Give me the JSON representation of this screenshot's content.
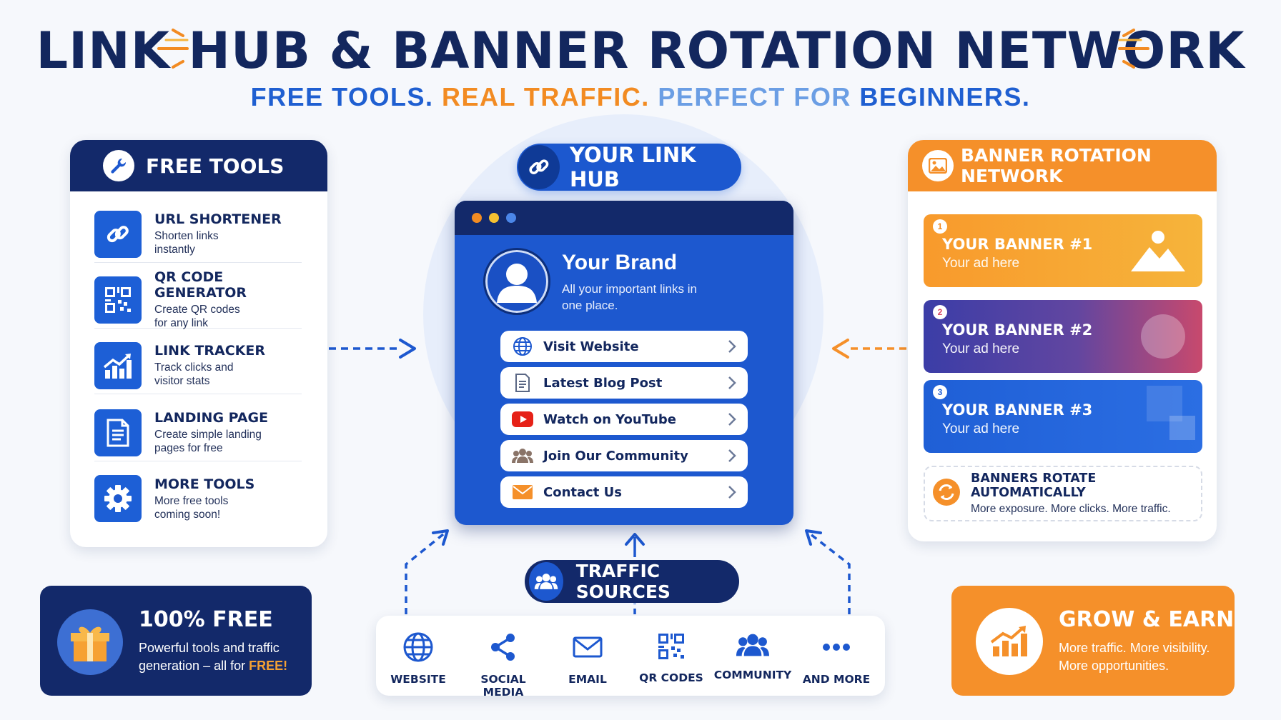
{
  "header": {
    "title": "LINK HUB & BANNER ROTATION NETWORK",
    "subtitle": {
      "part1": "FREE TOOLS.",
      "part2": "REAL TRAFFIC.",
      "part3": "PERFECT FOR",
      "part4": "BEGINNERS."
    }
  },
  "free_tools": {
    "heading": "FREE TOOLS",
    "heading_icon": "wrench-icon",
    "items": [
      {
        "title": "URL SHORTENER",
        "desc": "Shorten links instantly",
        "icon": "link-icon"
      },
      {
        "title": "QR CODE GENERATOR",
        "desc": "Create QR codes for any link",
        "icon": "qr-code-icon"
      },
      {
        "title": "LINK TRACKER",
        "desc": "Track clicks and visitor stats",
        "icon": "chart-icon"
      },
      {
        "title": "LANDING PAGE",
        "desc": "Create simple landing pages for free",
        "icon": "document-icon"
      },
      {
        "title": "MORE TOOLS",
        "desc": "More free tools coming soon!",
        "icon": "gear-icon"
      }
    ]
  },
  "link_hub": {
    "label": "YOUR LINK HUB",
    "brand_name": "Your Brand",
    "brand_desc": "All your important links in one place.",
    "links": [
      {
        "label": "Visit Website",
        "icon": "globe-icon"
      },
      {
        "label": "Latest Blog Post",
        "icon": "document-icon"
      },
      {
        "label": "Watch on YouTube",
        "icon": "youtube-icon"
      },
      {
        "label": "Join Our Community",
        "icon": "community-icon"
      },
      {
        "label": "Contact Us",
        "icon": "mail-icon"
      }
    ],
    "window_dot_colors": [
      "#f28b22",
      "#f6c131",
      "#4b86e8"
    ]
  },
  "banner_network": {
    "heading": "BANNER ROTATION NETWORK",
    "heading_icon": "image-icon",
    "banners": [
      {
        "num": "1",
        "title": "YOUR BANNER #1",
        "sub": "Your ad here"
      },
      {
        "num": "2",
        "title": "YOUR BANNER #2",
        "sub": "Your ad here"
      },
      {
        "num": "3",
        "title": "YOUR BANNER #3",
        "sub": "Your ad here"
      }
    ],
    "rotate_title": "BANNERS ROTATE AUTOMATICALLY",
    "rotate_sub": "More exposure. More clicks. More traffic."
  },
  "traffic": {
    "label": "TRAFFIC SOURCES",
    "sources": [
      {
        "label": "WEBSITE",
        "icon": "globe-icon"
      },
      {
        "label": "SOCIAL MEDIA",
        "icon": "share-icon"
      },
      {
        "label": "EMAIL",
        "icon": "mail-icon"
      },
      {
        "label": "QR CODES",
        "icon": "qr-code-icon"
      },
      {
        "label": "COMMUNITY",
        "icon": "community-icon"
      },
      {
        "label": "AND MORE",
        "icon": "more-icon"
      }
    ]
  },
  "free_callout": {
    "title": "100% FREE",
    "desc": "Powerful tools and traffic generation – all for",
    "highlight": "FREE!"
  },
  "grow_callout": {
    "title": "GROW & EARN",
    "desc": "More traffic. More visibility. More opportunities."
  },
  "colors": {
    "navy": "#13296a",
    "blue": "#1d58cf",
    "orange": "#f5902a"
  }
}
